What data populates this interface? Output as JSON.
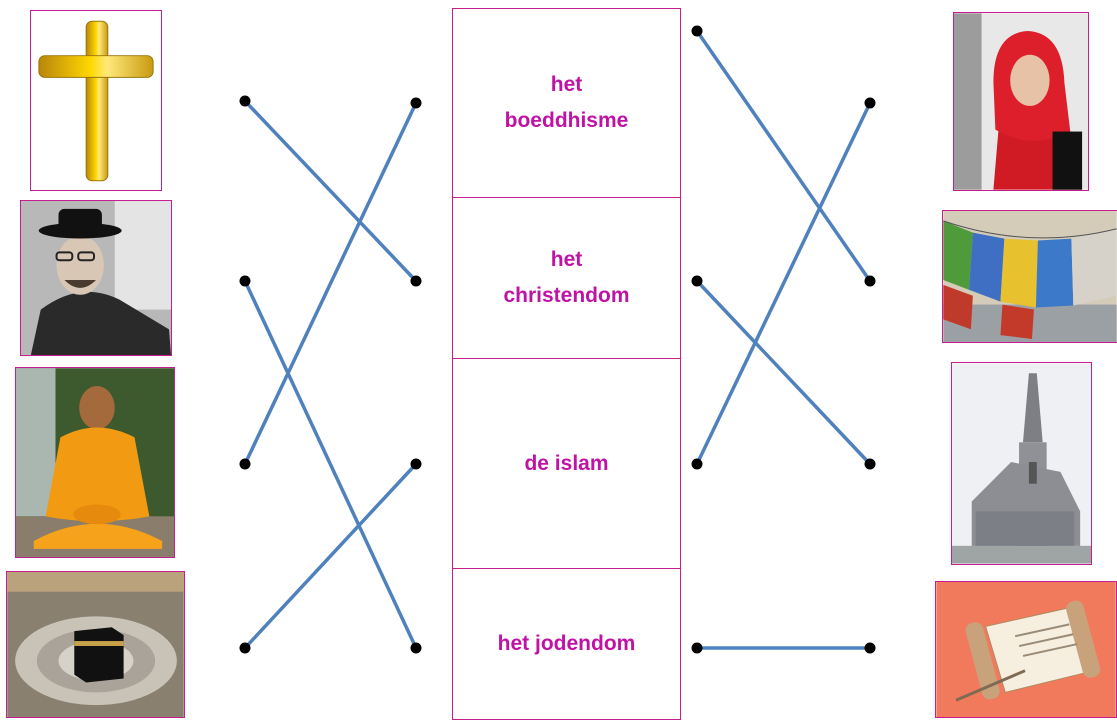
{
  "terms": [
    {
      "lines": [
        "het",
        "boeddhisme"
      ]
    },
    {
      "lines": [
        "het",
        "christendom"
      ]
    },
    {
      "lines": [
        "de islam"
      ]
    },
    {
      "lines": [
        "het jodendom"
      ]
    }
  ],
  "left_pictures": [
    "cross",
    "orthodox-jewish-man",
    "buddhist-monk",
    "kaaba-mecca"
  ],
  "right_pictures": [
    "woman-in-hijab",
    "prayer-flags",
    "church",
    "torah-scroll"
  ],
  "connections": [
    {
      "from": "left-picture-1",
      "to": "term-2"
    },
    {
      "from": "left-picture-2",
      "to": "term-4"
    },
    {
      "from": "left-picture-3",
      "to": "term-1"
    },
    {
      "from": "left-picture-4",
      "to": "term-3"
    },
    {
      "from": "term-1",
      "to": "right-picture-2"
    },
    {
      "from": "term-2",
      "to": "right-picture-3"
    },
    {
      "from": "term-3",
      "to": "right-picture-1"
    },
    {
      "from": "term-4",
      "to": "right-picture-4"
    }
  ],
  "colors": {
    "border": "#c41e8f",
    "term_text": "#c013a6",
    "line": "#4f81bd",
    "dot": "#000000"
  }
}
